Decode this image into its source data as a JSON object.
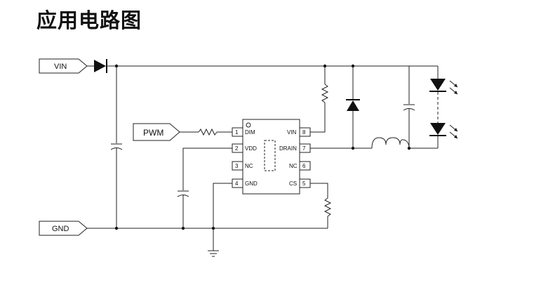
{
  "title": "应用电路图",
  "inputs": {
    "vin": "VIN",
    "gnd": "GND",
    "pwm": "PWM"
  },
  "ic": {
    "pins_left": [
      {
        "num": "1",
        "name": "DIM"
      },
      {
        "num": "2",
        "name": "VDD"
      },
      {
        "num": "3",
        "name": "NC"
      },
      {
        "num": "4",
        "name": "GND"
      }
    ],
    "pins_right": [
      {
        "num": "8",
        "name": "VIN"
      },
      {
        "num": "7",
        "name": "DRAIN"
      },
      {
        "num": "6",
        "name": "NC"
      },
      {
        "num": "5",
        "name": "CS"
      }
    ]
  }
}
